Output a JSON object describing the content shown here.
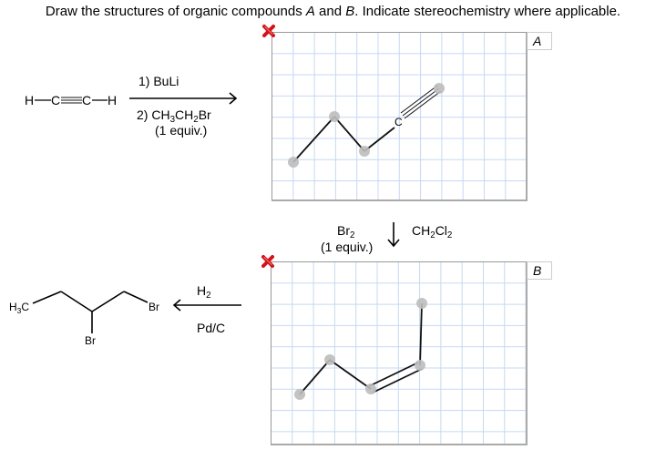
{
  "question": {
    "prefix": "Draw the structures of organic compounds ",
    "var_a": "A",
    "and": " and ",
    "var_b": "B",
    "suffix": ". Indicate stereochemistry where applicable."
  },
  "reaction1": {
    "reactant": {
      "h_left": "H",
      "c1": "C",
      "c2": "C",
      "h_right": "H"
    },
    "step1": "1) BuLi",
    "step2_prefix": "2) CH",
    "step2_sub1": "3",
    "step2_mid": "CH",
    "step2_sub2": "2",
    "step2_suffix": "Br",
    "equiv": "(1 equiv.)"
  },
  "canvas_a": {
    "label": "A",
    "atom_label": "C",
    "delete_icon": "red-x-icon"
  },
  "reaction2": {
    "reagent_prefix": "Br",
    "reagent_sub": "2",
    "equiv": "(1 equiv.)",
    "solvent_prefix": "CH",
    "solvent_sub1": "2",
    "solvent_mid": "Cl",
    "solvent_sub2": "2"
  },
  "canvas_b": {
    "label": "B",
    "delete_icon": "red-x-icon"
  },
  "reaction3": {
    "reagent_prefix": "H",
    "reagent_sub": "2",
    "catalyst": "Pd/C",
    "product": {
      "methyl_prefix": "H",
      "methyl_sub": "3",
      "methyl_suffix": "C",
      "br_terminal": "Br",
      "br_branch": "Br"
    }
  },
  "colors": {
    "grid_line": "#c6d9f0",
    "atom_node": "#c0c0c0",
    "delete_icon": "#d4121a",
    "bond": "#000000"
  }
}
